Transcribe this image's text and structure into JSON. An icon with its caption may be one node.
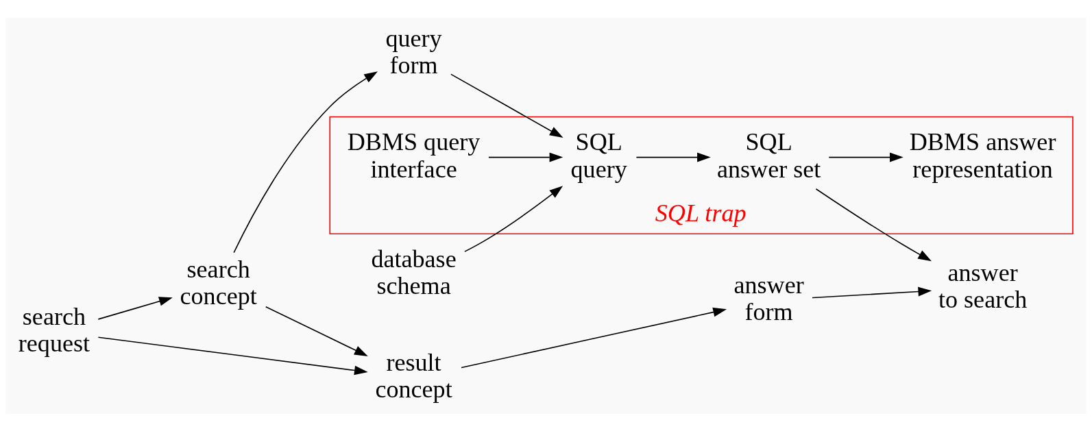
{
  "diagram": {
    "nodes": [
      {
        "text": [
          "search request"
        ]
      },
      {
        "text": [
          "search concept"
        ]
      },
      {
        "text": [
          "query form"
        ]
      },
      {
        "text": [
          "database schema"
        ]
      },
      {
        "text": [
          "SQL trap"
        ]
      },
      {
        "text": [
          "SQL query"
        ],
        "in": 4
      },
      {
        "text": [
          "DBMS query interface"
        ],
        "in": 4
      },
      {
        "text": [
          "result concept"
        ]
      },
      {
        "text": [
          "answer form"
        ]
      },
      {
        "text": [
          "SQL answer set"
        ],
        "in": 4
      },
      {
        "text": [
          "answer to search"
        ]
      },
      {
        "text": [
          "DBMS answer representation"
        ],
        "in": 4
      }
    ],
    "edges": [
      {
        "from": 0,
        "to": 1,
        "arrow": "to"
      },
      {
        "from": 0,
        "to": 7,
        "arrow": "to"
      },
      {
        "from": 1,
        "to": 2,
        "arrow": "to"
      },
      {
        "from": 1,
        "to": 7,
        "arrow": "to"
      },
      {
        "from": 2,
        "to": 5,
        "arrow": "to"
      },
      {
        "from": 3,
        "to": 5,
        "arrow": "to"
      },
      {
        "from": 6,
        "to": 5,
        "arrow": "to"
      },
      {
        "from": 5,
        "to": 9,
        "arrow": "to"
      },
      {
        "from": 7,
        "to": 8,
        "arrow": "to"
      },
      {
        "from": 8,
        "to": 10,
        "arrow": "to"
      },
      {
        "from": 9,
        "to": 10,
        "arrow": "to"
      },
      {
        "from": 9,
        "to": 11,
        "arrow": "to"
      }
    ]
  }
}
